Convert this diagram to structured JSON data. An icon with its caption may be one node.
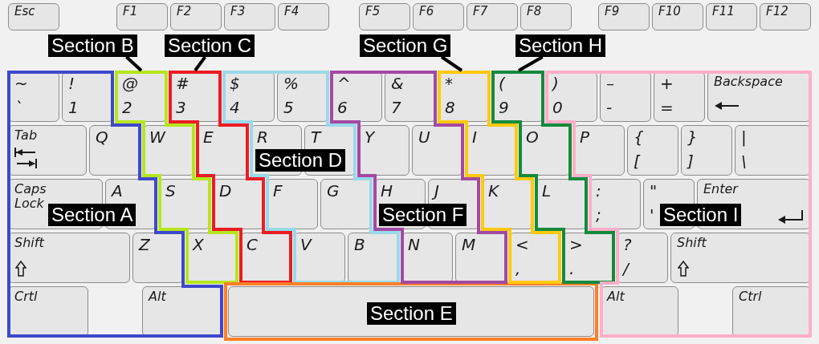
{
  "diagram": {
    "nodes": [
      {
        "text": [
          "Esc"
        ]
      },
      {
        "text": [
          "F1"
        ]
      },
      {
        "text": [
          "F2"
        ]
      },
      {
        "text": [
          "F3"
        ]
      },
      {
        "text": [
          "F4"
        ]
      },
      {
        "text": [
          "F5"
        ]
      },
      {
        "text": [
          "F6"
        ]
      },
      {
        "text": [
          "F7"
        ]
      },
      {
        "text": [
          "F8"
        ]
      },
      {
        "text": [
          "F9"
        ]
      },
      {
        "text": [
          "F10"
        ]
      },
      {
        "text": [
          "F11"
        ]
      },
      {
        "text": [
          "F12"
        ]
      },
      {
        "text": [
          "Section B"
        ]
      },
      {
        "text": [
          "Section C"
        ]
      },
      {
        "text": [
          "Section G"
        ]
      },
      {
        "text": [
          "Section H"
        ]
      },
      {
        "text": [],
        "shape": "polygon"
      },
      {
        "text": [
          "Section A"
        ],
        "in": 17
      },
      {
        "text": [
          "~",
          "`"
        ],
        "in": 17
      },
      {
        "text": [
          "!",
          "1"
        ],
        "in": 17
      },
      {
        "text": [
          "Tab"
        ],
        "in": 17
      },
      {
        "text": [
          "Q"
        ],
        "in": 17
      },
      {
        "text": [
          "Caps Lock"
        ],
        "in": 17
      },
      {
        "text": [
          "A"
        ],
        "in": 17
      },
      {
        "text": [
          "Shift"
        ],
        "in": 17
      },
      {
        "text": [
          "Z"
        ],
        "in": 17
      },
      {
        "text": [
          "Crtl"
        ],
        "in": 17
      },
      {
        "text": [
          "Alt"
        ],
        "in": 17
      },
      {
        "text": [],
        "shape": "polygon"
      },
      {
        "text": [
          "@",
          "2"
        ],
        "in": 29
      },
      {
        "text": [
          "W"
        ],
        "in": 29
      },
      {
        "text": [
          "S"
        ],
        "in": 29
      },
      {
        "text": [
          "X"
        ],
        "in": 29
      },
      {
        "text": [],
        "shape": "polygon"
      },
      {
        "text": [
          "#",
          "3"
        ],
        "in": 34
      },
      {
        "text": [
          "E"
        ],
        "in": 34
      },
      {
        "text": [
          "D"
        ],
        "in": 34
      },
      {
        "text": [
          "C"
        ],
        "in": 34
      },
      {
        "text": [],
        "shape": "polygon"
      },
      {
        "text": [
          "Section D"
        ],
        "in": 39
      },
      {
        "text": [
          "$",
          "4"
        ],
        "in": 39
      },
      {
        "text": [
          "%",
          "5"
        ],
        "in": 39
      },
      {
        "text": [
          "R"
        ],
        "in": 39
      },
      {
        "text": [
          "T"
        ],
        "in": 39
      },
      {
        "text": [
          "F"
        ],
        "in": 39
      },
      {
        "text": [
          "G"
        ],
        "in": 39
      },
      {
        "text": [
          "V"
        ],
        "in": 39
      },
      {
        "text": [
          "B"
        ],
        "in": 39
      },
      {
        "text": [],
        "shape": "box"
      },
      {
        "text": [],
        "shape": "box",
        "in": 49
      },
      {
        "text": [
          "Section E"
        ],
        "in": 50
      },
      {
        "text": [],
        "shape": "polygon"
      },
      {
        "text": [
          "Section F"
        ],
        "in": 52
      },
      {
        "text": [
          "^",
          "6"
        ],
        "in": 52
      },
      {
        "text": [
          "&",
          "7"
        ],
        "in": 52
      },
      {
        "text": [
          "Y"
        ],
        "in": 52
      },
      {
        "text": [
          "U"
        ],
        "in": 52
      },
      {
        "text": [
          "H"
        ],
        "in": 52
      },
      {
        "text": [
          "J"
        ],
        "in": 52
      },
      {
        "text": [
          "N"
        ],
        "in": 52
      },
      {
        "text": [
          "M"
        ],
        "in": 52
      },
      {
        "text": [],
        "shape": "polygon"
      },
      {
        "text": [
          "*",
          "8"
        ],
        "in": 62
      },
      {
        "text": [
          "I"
        ],
        "in": 62
      },
      {
        "text": [
          "K"
        ],
        "in": 62
      },
      {
        "text": [
          "<",
          ","
        ],
        "in": 62
      },
      {
        "text": [],
        "shape": "polygon"
      },
      {
        "text": [
          "(",
          "9"
        ],
        "in": 67
      },
      {
        "text": [
          "O"
        ],
        "in": 67
      },
      {
        "text": [
          "L"
        ],
        "in": 67
      },
      {
        "text": [
          ">",
          "."
        ],
        "in": 67
      },
      {
        "text": [],
        "shape": "polygon"
      },
      {
        "text": [
          "Section I"
        ],
        "in": 72
      },
      {
        "text": [
          ")",
          "0"
        ],
        "in": 72
      },
      {
        "text": [
          "–",
          "-"
        ],
        "in": 72
      },
      {
        "text": [
          "+",
          "="
        ],
        "in": 72
      },
      {
        "text": [
          "Backspace"
        ],
        "in": 72
      },
      {
        "text": [
          "P"
        ],
        "in": 72
      },
      {
        "text": [
          "{",
          "["
        ],
        "in": 72
      },
      {
        "text": [
          "}",
          "]"
        ],
        "in": 72
      },
      {
        "text": [
          "|",
          "\\"
        ],
        "in": 72
      },
      {
        "text": [
          ":",
          ";"
        ],
        "in": 72
      },
      {
        "text": [
          "\"",
          "'"
        ],
        "in": 72
      },
      {
        "text": [
          "Enter"
        ],
        "in": 72
      },
      {
        "text": [
          "?",
          "/"
        ],
        "in": 72
      },
      {
        "text": [
          "Shift"
        ],
        "in": 72
      },
      {
        "text": [
          "Alt"
        ],
        "in": 72
      },
      {
        "text": [
          "Ctrl"
        ],
        "in": 72
      }
    ],
    "edges": [
      {
        "from": 13,
        "to": 29,
        "arrow": "none"
      },
      {
        "from": 14,
        "to": 34,
        "arrow": "none"
      },
      {
        "from": 15,
        "to": 62,
        "arrow": "none"
      },
      {
        "from": 16,
        "to": 67,
        "arrow": "none"
      }
    ]
  }
}
